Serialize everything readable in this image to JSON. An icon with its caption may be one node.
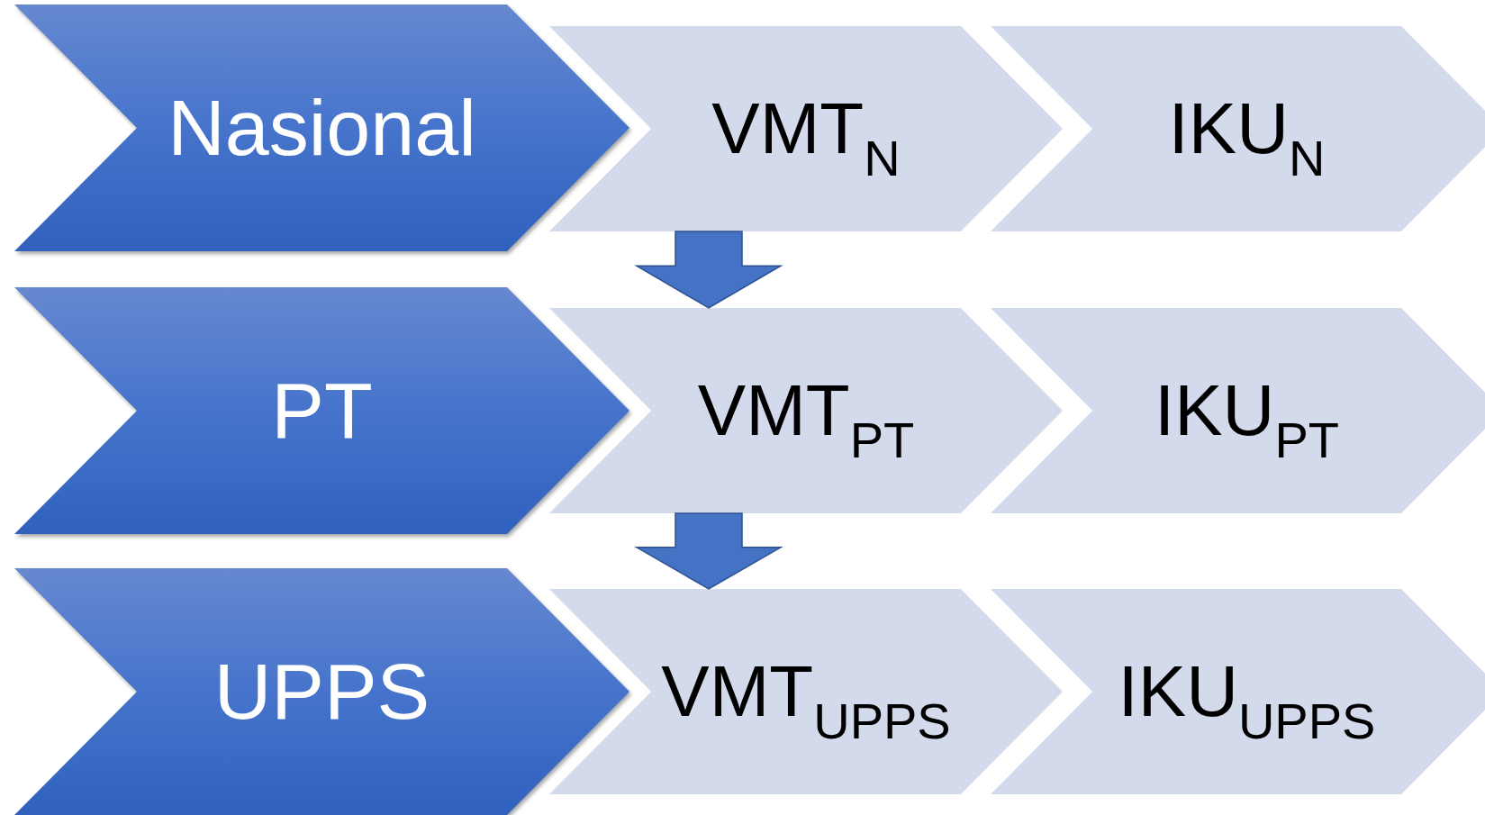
{
  "diagram": {
    "nodes": [
      {
        "text": [
          "Nasional"
        ]
      },
      {
        "text": [
          "VMT$_{N}$"
        ]
      },
      {
        "text": [
          "IKU$_{N}$"
        ]
      },
      {
        "text": [
          "PT"
        ]
      },
      {
        "text": [
          "VMT$_{PT}$"
        ]
      },
      {
        "text": [
          "IKU$_{PT}$"
        ]
      },
      {
        "text": [
          "UPPS"
        ]
      },
      {
        "text": [
          "VMT$_{UPPS}$"
        ]
      },
      {
        "text": [
          "IKU$_{UPPS}$"
        ]
      }
    ],
    "edges": [
      {
        "from": 1,
        "to": 4,
        "arrow": "to"
      },
      {
        "from": 4,
        "to": 7,
        "arrow": "to"
      }
    ]
  }
}
